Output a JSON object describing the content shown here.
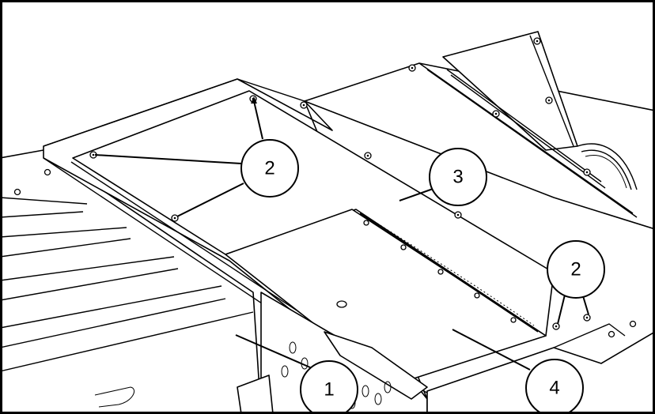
{
  "callouts": [
    {
      "id": "callout-2-top",
      "label": "2"
    },
    {
      "id": "callout-3",
      "label": "3"
    },
    {
      "id": "callout-2-right",
      "label": "2"
    },
    {
      "id": "callout-1",
      "label": "1"
    },
    {
      "id": "callout-4",
      "label": "4"
    }
  ],
  "colors": {
    "line": "#000000",
    "fill": "#ffffff"
  }
}
